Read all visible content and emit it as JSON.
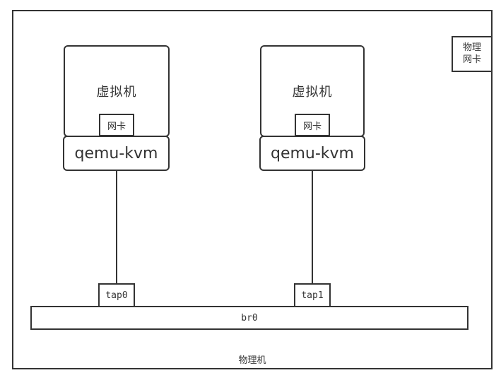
{
  "colors": {
    "ink": "#333333",
    "background": "#ffffff"
  },
  "diagram": {
    "host": {
      "label": "物理机"
    },
    "bridge": {
      "label": "br0"
    },
    "physical_nic": {
      "line1": "物理",
      "line2": "网卡"
    },
    "vms": [
      {
        "label": "虚拟机",
        "nic_label": "网卡",
        "hypervisor_label": "qemu-kvm",
        "tap_label": "tap0"
      },
      {
        "label": "虚拟机",
        "nic_label": "网卡",
        "hypervisor_label": "qemu-kvm",
        "tap_label": "tap1"
      }
    ]
  }
}
